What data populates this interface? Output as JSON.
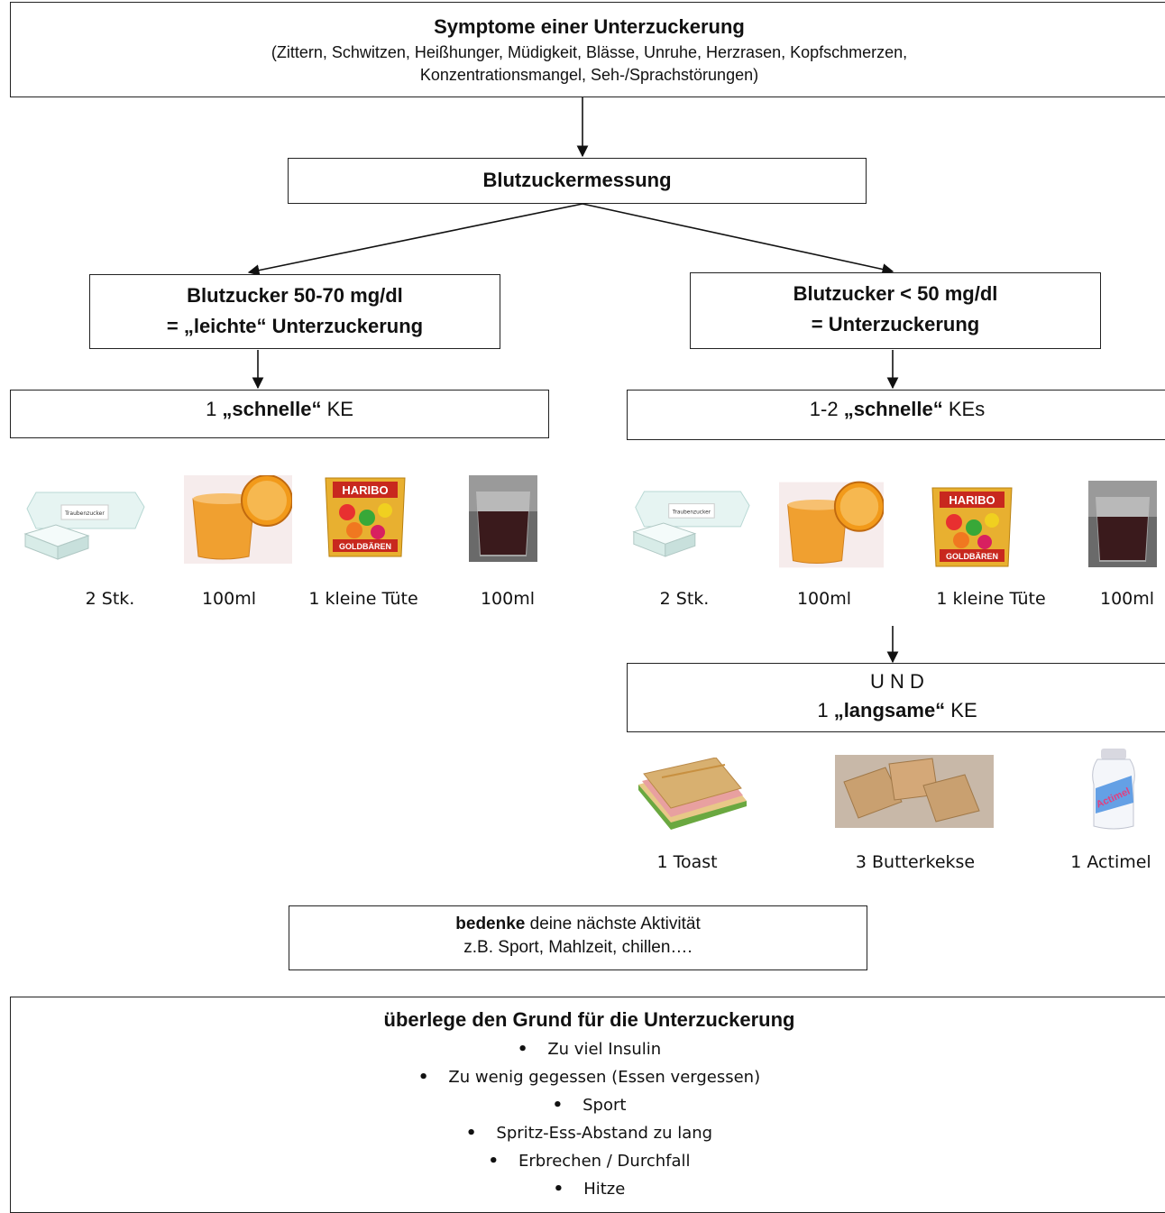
{
  "symptoms": {
    "title": "Symptome einer Unterzuckerung",
    "line1": "(Zittern, Schwitzen, Heißhunger, Müdigkeit, Blässe, Unruhe, Herzrasen, Kopfschmerzen,",
    "line2": "Konzentrationsmangel, Seh-/Sprachstörungen)"
  },
  "measurement": "Blutzuckermessung",
  "left": {
    "condition_line1": "Blutzucker 50-70 mg/dl",
    "condition_line2": "= „leichte“ Unterzuckerung",
    "action_pre": "1 ",
    "action_bold": "„schnelle“",
    "action_post": " KE",
    "items": [
      {
        "icon": "dextrose-tablet-icon",
        "label": "2 Stk.",
        "product_text": "Traubenzucker"
      },
      {
        "icon": "orange-juice-icon",
        "label": "100ml"
      },
      {
        "icon": "gummy-bears-icon",
        "label": "1 kleine Tüte",
        "brand_top": "HARIBO",
        "brand_bottom": "GOLDBÄREN"
      },
      {
        "icon": "cola-glass-icon",
        "label": "100ml"
      }
    ]
  },
  "right": {
    "condition_line1": "Blutzucker < 50 mg/dl",
    "condition_line2": "= Unterzuckerung",
    "action_pre": "1-2 ",
    "action_bold": "„schnelle“",
    "action_post": " KEs",
    "items": [
      {
        "icon": "dextrose-tablet-icon",
        "label": "2 Stk.",
        "product_text": "Traubenzucker"
      },
      {
        "icon": "orange-juice-icon",
        "label": "100ml"
      },
      {
        "icon": "gummy-bears-icon",
        "label": "1 kleine Tüte",
        "brand_top": "HARIBO",
        "brand_bottom": "GOLDBÄREN"
      },
      {
        "icon": "cola-glass-icon",
        "label": "100ml"
      }
    ],
    "und": "U N D",
    "slow_pre": "1 ",
    "slow_bold": "„langsame“",
    "slow_post": " KE",
    "slow_items": [
      {
        "icon": "sandwich-icon",
        "label": "1 Toast"
      },
      {
        "icon": "butter-biscuits-icon",
        "label": "3 Butterkekse"
      },
      {
        "icon": "actimel-bottle-icon",
        "label": "1 Actimel",
        "brand": "Actimel"
      }
    ]
  },
  "activity": {
    "bold": "bedenke",
    "rest": " deine nächste Aktivität",
    "line2": "z.B. Sport, Mahlzeit, chillen…."
  },
  "reasons": {
    "title": "überlege den Grund für die Unterzuckerung",
    "items": [
      "Zu viel Insulin",
      "Zu wenig gegessen (Essen vergessen)",
      "Sport",
      "Spritz-Ess-Abstand zu lang",
      "Erbrechen / Durchfall",
      "Hitze"
    ]
  },
  "colors": {
    "juice": "#f0a030",
    "cola": "#3a1a1c",
    "haribo_red": "#c8281e",
    "haribo_gold": "#e8b030",
    "toast": "#d8b070",
    "biscuit": "#c9a070"
  }
}
